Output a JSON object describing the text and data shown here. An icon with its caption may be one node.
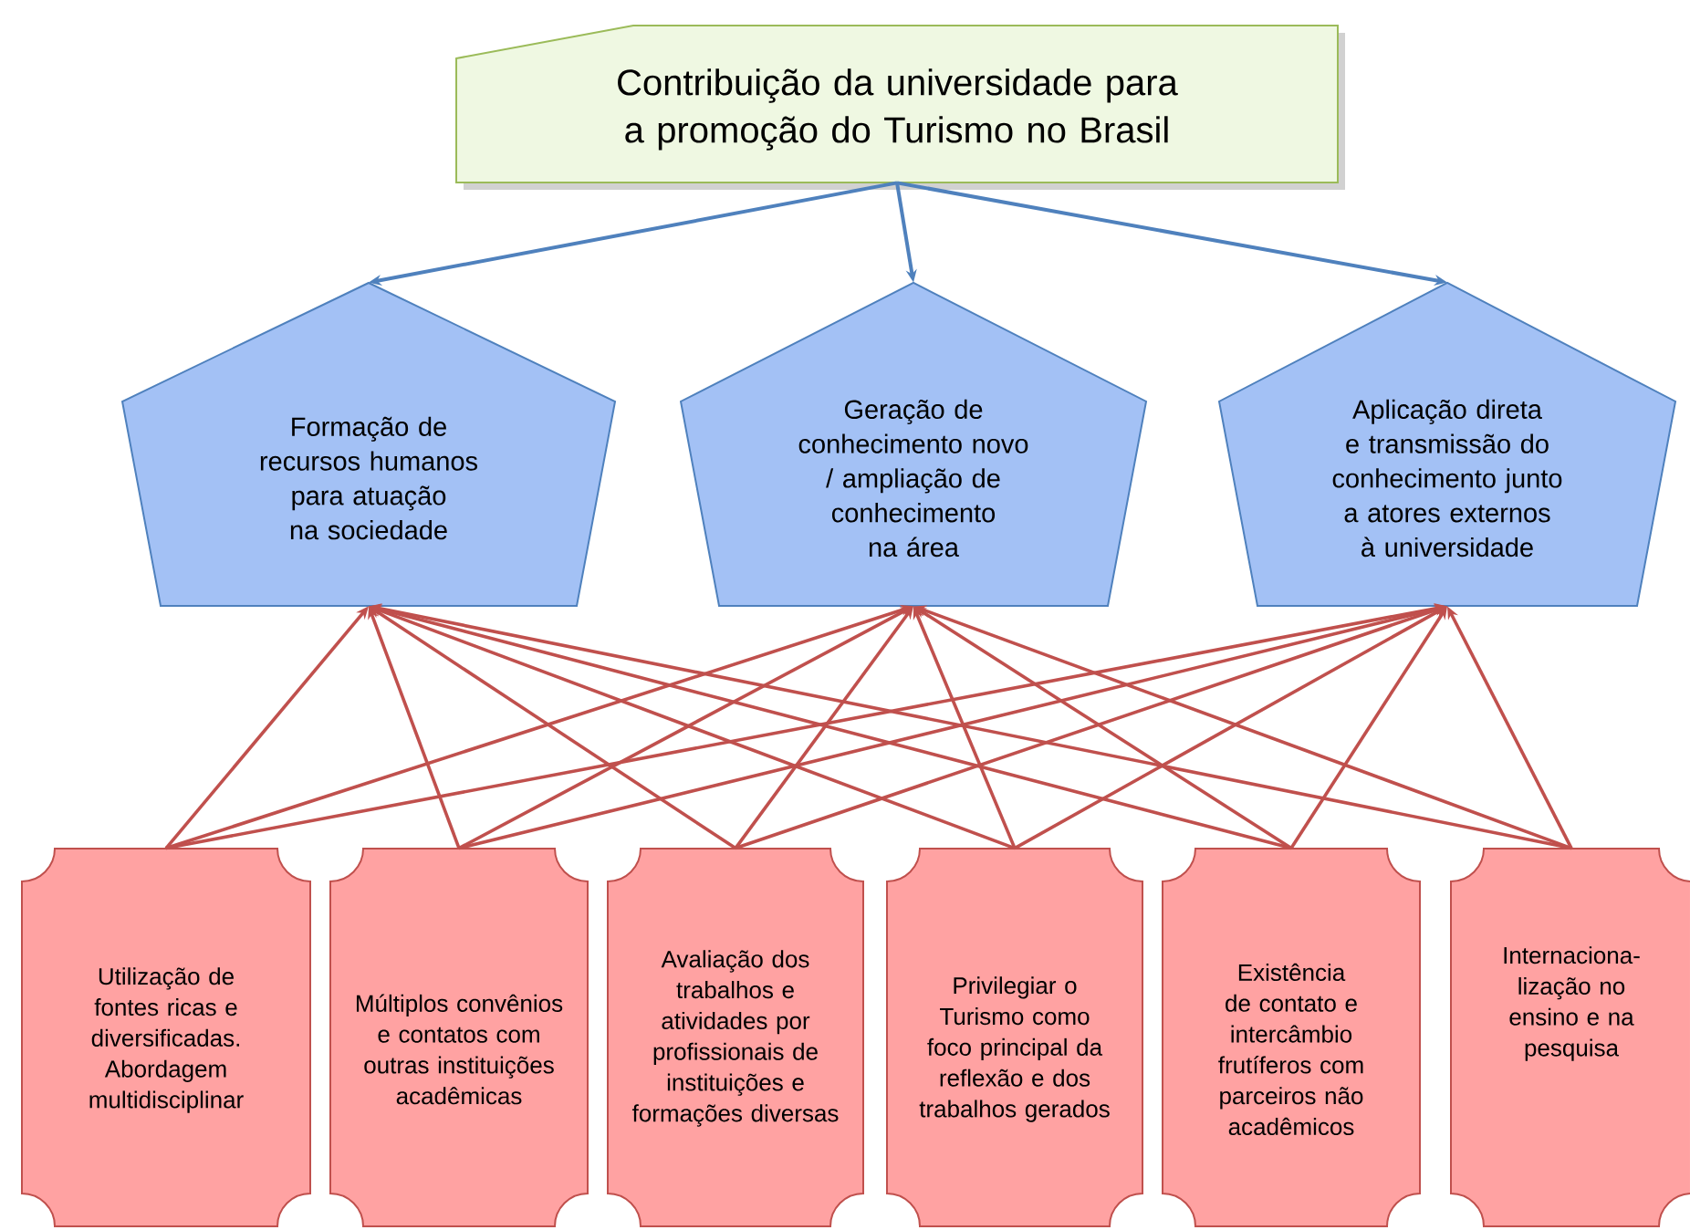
{
  "diagram": {
    "nodes": [
      {
        "text": [
          "Contribuição da universidade para a promoção do Turismo no Brasil"
        ]
      },
      {
        "text": [
          "Formação de recursos humanos para atuação na sociedade"
        ]
      },
      {
        "text": [
          "Geração de conhecimento novo /  ampliação de conhecimento na área"
        ]
      },
      {
        "text": [
          "Aplicação direta e transmissão do conhecimento junto a atores externos à universidade"
        ]
      },
      {
        "text": [
          "Utilização de fontes ricas e diversificadas. Abordagem multidisciplinar"
        ]
      },
      {
        "text": [
          "Múltiplos convênios e contatos com outras instituições acadêmicas"
        ]
      },
      {
        "text": [
          "Avaliação dos trabalhos e atividades por profissionais de instituições e formações diversas"
        ]
      },
      {
        "text": [
          "Privilegiar o Turismo como foco principal da reflexão e dos trabalhos gerados"
        ]
      },
      {
        "text": [
          "Existência de contato e intercâmbio frutíferos com parceiros não acadêmicos"
        ]
      },
      {
        "text": [
          "Internaciona- lização no ensino e na pesquisa"
        ]
      }
    ],
    "edges": [
      {
        "from": 0,
        "to": 1,
        "arrow": "to",
        "color": "#4f81bd"
      },
      {
        "from": 0,
        "to": 2,
        "arrow": "to",
        "color": "#4f81bd"
      },
      {
        "from": 0,
        "to": 3,
        "arrow": "to",
        "color": "#4f81bd"
      },
      {
        "from": 4,
        "to": 1,
        "arrow": "to"
      },
      {
        "from": 4,
        "to": 2,
        "arrow": "to"
      },
      {
        "from": 4,
        "to": 3,
        "arrow": "to"
      },
      {
        "from": 5,
        "to": 1,
        "arrow": "to"
      },
      {
        "from": 5,
        "to": 2,
        "arrow": "to"
      },
      {
        "from": 5,
        "to": 3,
        "arrow": "to"
      },
      {
        "from": 6,
        "to": 1,
        "arrow": "to"
      },
      {
        "from": 6,
        "to": 2,
        "arrow": "to"
      },
      {
        "from": 6,
        "to": 3,
        "arrow": "to"
      },
      {
        "from": 7,
        "to": 1,
        "arrow": "to"
      },
      {
        "from": 7,
        "to": 2,
        "arrow": "to"
      },
      {
        "from": 7,
        "to": 3,
        "arrow": "to"
      },
      {
        "from": 8,
        "to": 1,
        "arrow": "to"
      },
      {
        "from": 8,
        "to": 2,
        "arrow": "to"
      },
      {
        "from": 8,
        "to": 3,
        "arrow": "to"
      },
      {
        "from": 9,
        "to": 1,
        "arrow": "to"
      },
      {
        "from": 9,
        "to": 2,
        "arrow": "to"
      },
      {
        "from": 9,
        "to": 3,
        "arrow": "to"
      }
    ]
  }
}
